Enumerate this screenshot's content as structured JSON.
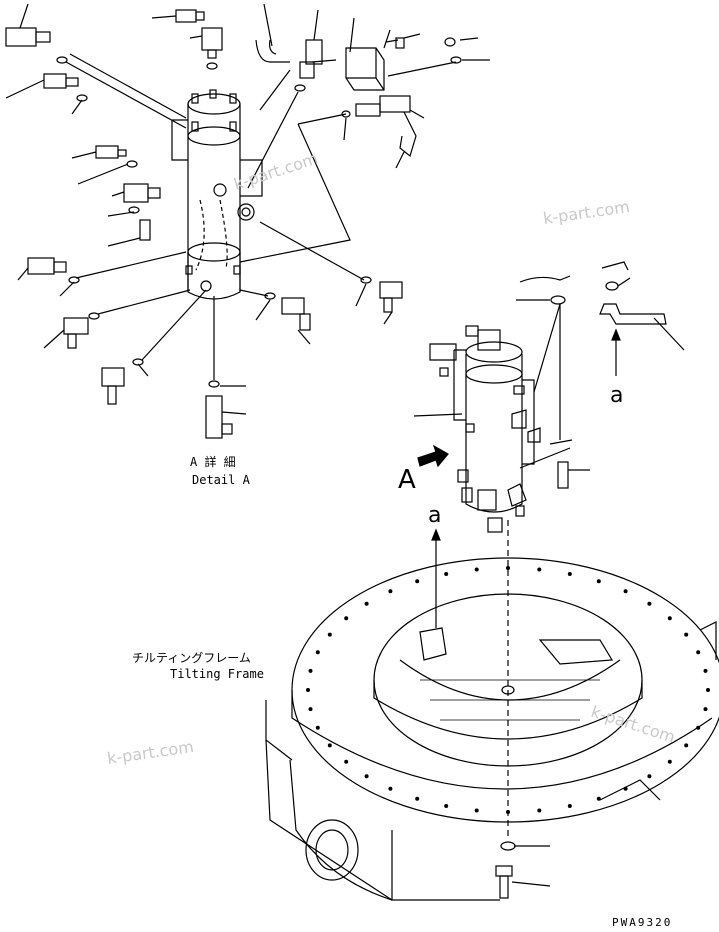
{
  "detail": {
    "label_jp": "A 詳 細",
    "label_en": "Detail A"
  },
  "frame": {
    "label_jp": "チルティングフレーム",
    "label_en": "Tilting Frame"
  },
  "view_arrow_label": "A",
  "ref_label_1": "a",
  "ref_label_2": "a",
  "watermarks": [
    "k-part.com",
    "k-part.com",
    "k-part.com",
    "k-part.com"
  ],
  "drawing_code": "PWA9320"
}
